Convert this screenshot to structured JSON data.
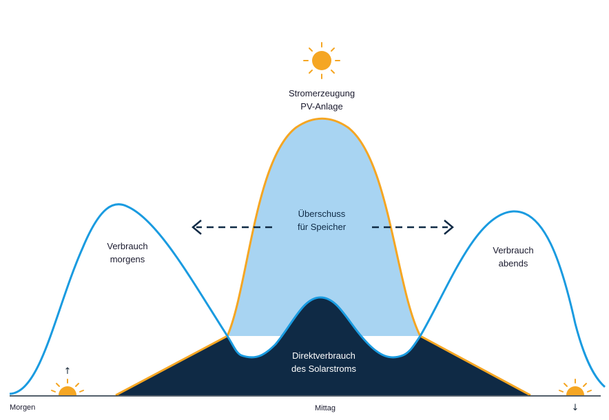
{
  "labels": {
    "production_line1": "Stromerzeugung",
    "production_line2": "PV-Anlage",
    "surplus_line1": "Überschuss",
    "surplus_line2": "für Speicher",
    "direct_line1": "Direktverbrauch",
    "direct_line2": "des Solarstroms",
    "morning_line1": "Verbrauch",
    "morning_line2": "morgens",
    "evening_line1": "Verbrauch",
    "evening_line2": "abends"
  },
  "axis": {
    "left": "Morgen",
    "center": "Mittag",
    "sunrise_arrow": "↑",
    "sunset_arrow": "↓"
  },
  "colors": {
    "production_line": "#f5a623",
    "consumption_line": "#1a9be0",
    "surplus_fill": "#a8d4f2",
    "direct_fill": "#0f2a45",
    "arrow": "#0f2a45",
    "sun": "#f5a623"
  },
  "icons": [
    "sun-icon",
    "sunrise-icon",
    "sunset-icon",
    "arrow-left-icon",
    "arrow-right-icon"
  ]
}
